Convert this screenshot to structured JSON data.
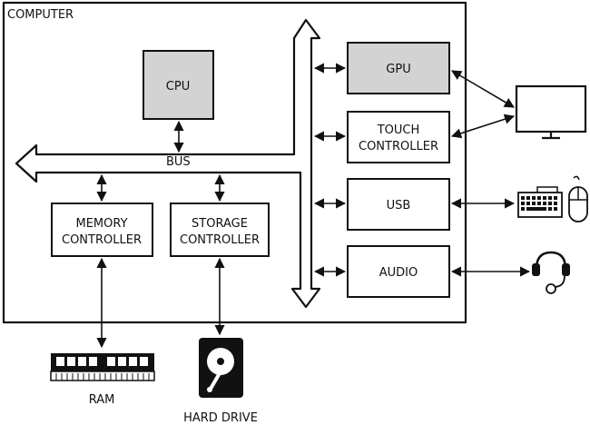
{
  "diagram": {
    "container_label": "COMPUTER",
    "bus_label": "BUS",
    "components": {
      "cpu": "CPU",
      "gpu": "GPU",
      "touch_controller": [
        "TOUCH",
        "CONTROLLER"
      ],
      "usb": "USB",
      "audio": "AUDIO",
      "memory_controller": [
        "MEMORY",
        "CONTROLLER"
      ],
      "storage_controller": [
        "STORAGE",
        "CONTROLLER"
      ]
    },
    "peripherals": {
      "ram": "RAM",
      "hard_drive": "HARD DRIVE",
      "monitor": "monitor-icon",
      "keyboard": "keyboard-icon",
      "mouse": "mouse-icon",
      "headset": "headset-icon"
    },
    "colors": {
      "highlight_fill": "#d3d3d3",
      "stroke": "#111111"
    }
  }
}
